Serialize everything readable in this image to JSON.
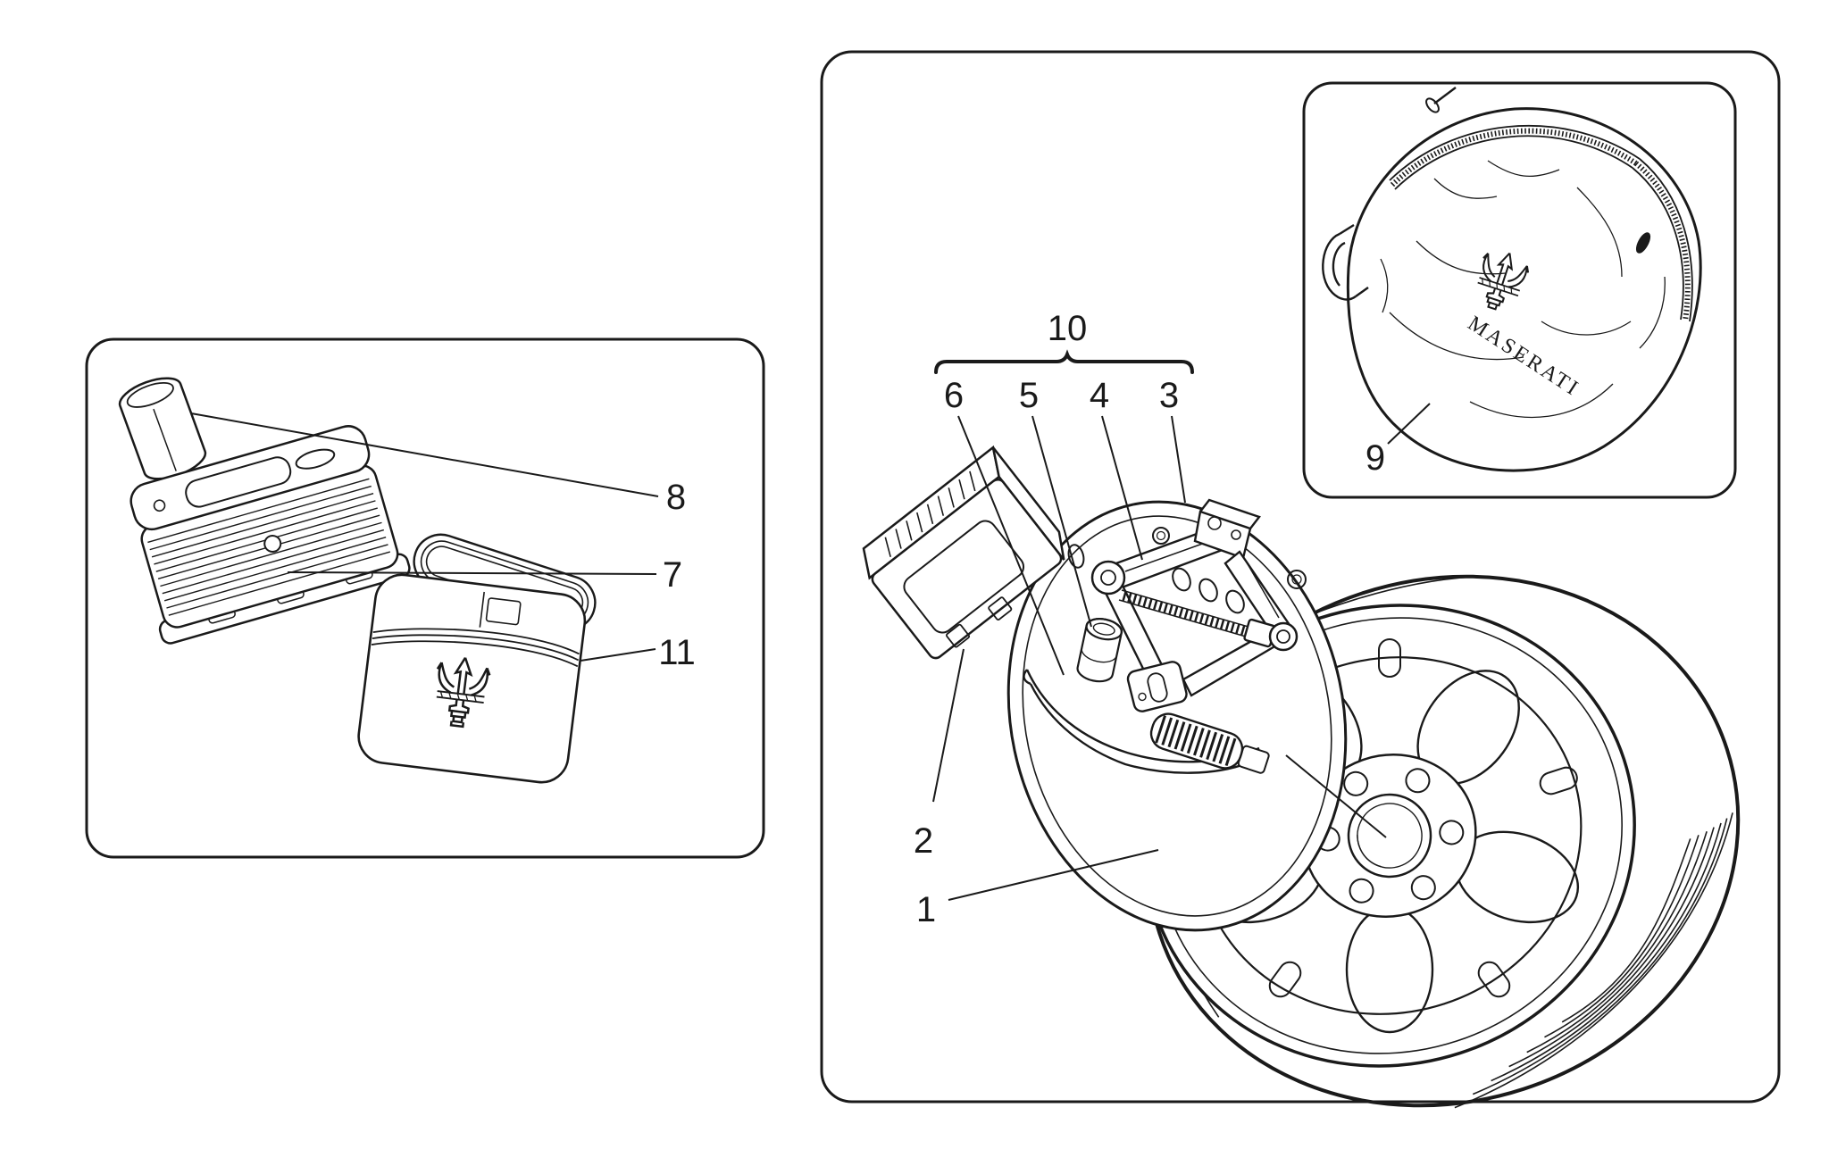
{
  "diagram": {
    "kind": "vehicle-accessories-parts-diagram",
    "line_color": "#1a1a1a",
    "background": "#ffffff"
  },
  "branding": {
    "wordmark": "MASERATI"
  },
  "callouts": {
    "spare_wheel": "1",
    "compressor_unit": "2",
    "jack": "3",
    "jack_arm": "4",
    "tow_hook": "5",
    "valve": "6",
    "tyre_compressor": "7",
    "sealant_canister": "8",
    "wheel_cover_bag": "9",
    "tool_group": "10",
    "tool_case": "11"
  }
}
